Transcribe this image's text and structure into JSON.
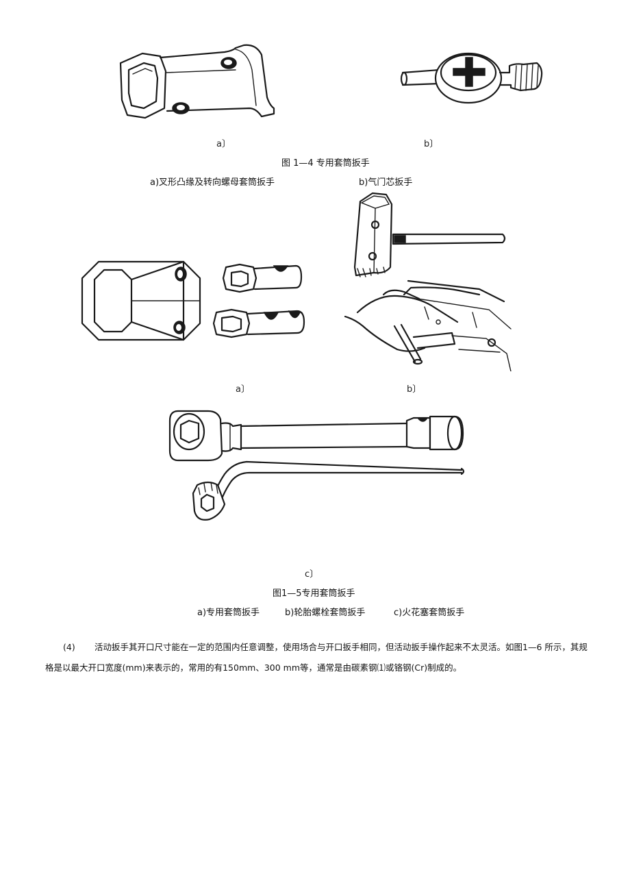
{
  "fig14": {
    "label_a": "a〕",
    "label_b": "b〕",
    "title": "图 1—4 专用套筒扳手",
    "sub_a": "a)叉形凸缘及转向螺母套筒扳手",
    "sub_b": "b)气门芯扳手"
  },
  "fig15": {
    "label_a": "a〕",
    "label_b": "b〕",
    "label_c": "c〕",
    "title": "图1—5专用套筒扳手",
    "sub_a": "a)专用套筒扳手",
    "sub_b": "b)轮胎螺栓套筒扳手",
    "sub_c": "c)火花塞套筒扳手"
  },
  "paragraph": {
    "number": "(4)",
    "line1": "活动扳手其开口尺寸能在一定的范围内任意调整，使用场合与开口扳手相同，但活动扳手操作起来不太灵活。如图1—6 所示，其规",
    "line2": "格是以最大开口宽度(mm)来表示的，常用的有150mm、300 mm等，通常是由碳素钢⑴或铬钢(Cr)制成的。"
  }
}
